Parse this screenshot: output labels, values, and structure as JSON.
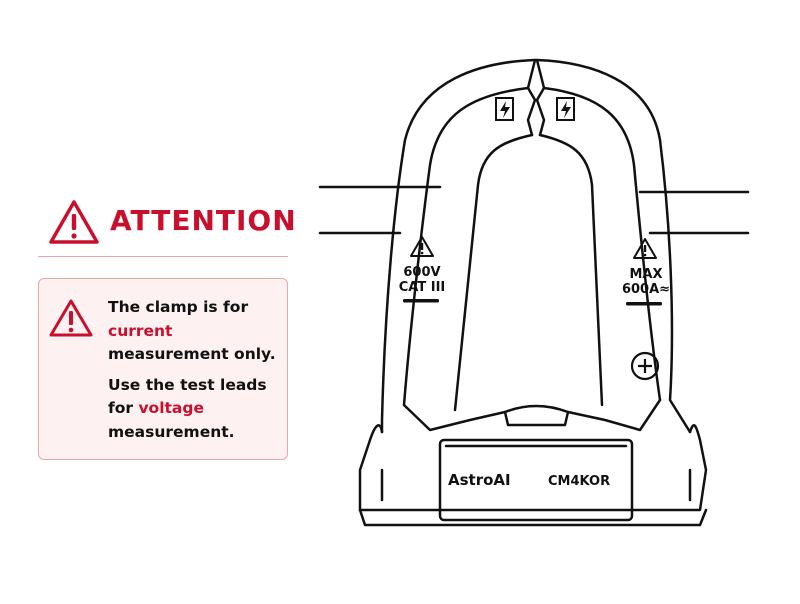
{
  "colors": {
    "accent": "#c8102e",
    "text": "#111111",
    "panel_bg": "#fdf1f1",
    "rule": "#e8a6ad",
    "line": "#111111"
  },
  "icons": {
    "heading_icon": "warning-triangle-icon",
    "notice_icon": "warning-triangle-icon"
  },
  "heading": {
    "title": "ATTENTION"
  },
  "notice": {
    "para1": {
      "before": "The clamp is for ",
      "highlight": "current",
      "after": " measurement only."
    },
    "para2": {
      "before": "Use the test leads for ",
      "highlight": "voltage",
      "after": " measurement."
    }
  },
  "device": {
    "left_rating_line1": "600V",
    "left_rating_line2": "CAT III",
    "right_rating_line1": "MAX",
    "right_rating_line2": "600A≈",
    "brand": "AstroAI",
    "model": "CM4KOR"
  }
}
